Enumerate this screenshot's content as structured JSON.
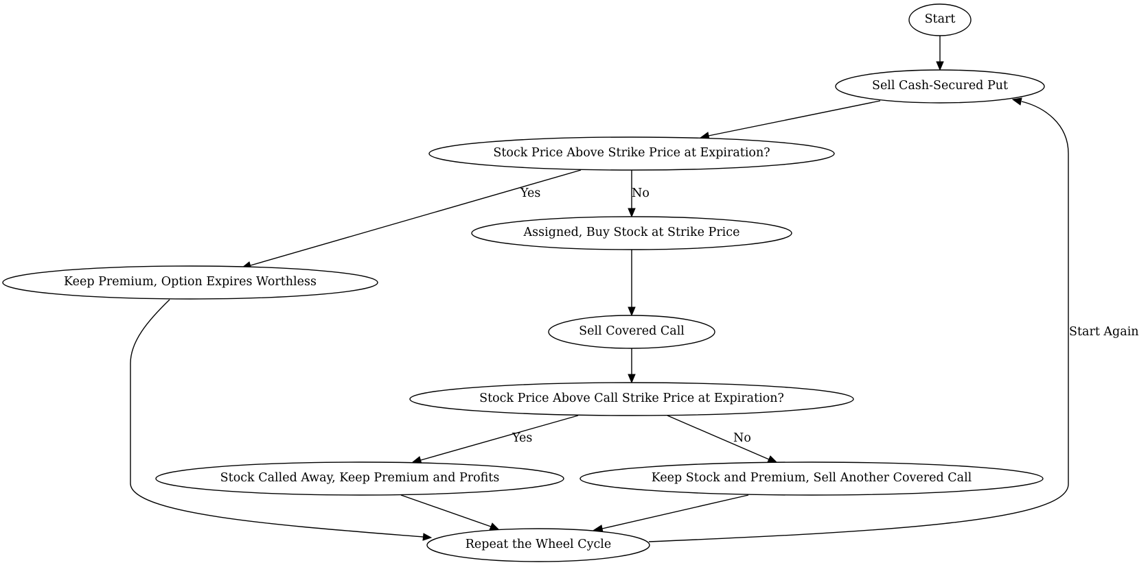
{
  "nodes": {
    "start": "Start",
    "sell_put": "Sell Cash-Secured Put",
    "decision_put": "Stock Price Above Strike Price at Expiration?",
    "assigned": "Assigned, Buy Stock at Strike Price",
    "keep_premium": "Keep Premium, Option Expires Worthless",
    "sell_call": "Sell Covered Call",
    "decision_call": "Stock Price Above Call Strike Price at Expiration?",
    "called_away": "Stock Called Away, Keep Premium and Profits",
    "keep_stock": "Keep Stock and Premium, Sell Another Covered Call",
    "repeat": "Repeat the Wheel Cycle"
  },
  "edge_labels": {
    "put_yes": "Yes",
    "put_no": "No",
    "call_yes": "Yes",
    "call_no": "No",
    "start_again": "Start Again"
  }
}
